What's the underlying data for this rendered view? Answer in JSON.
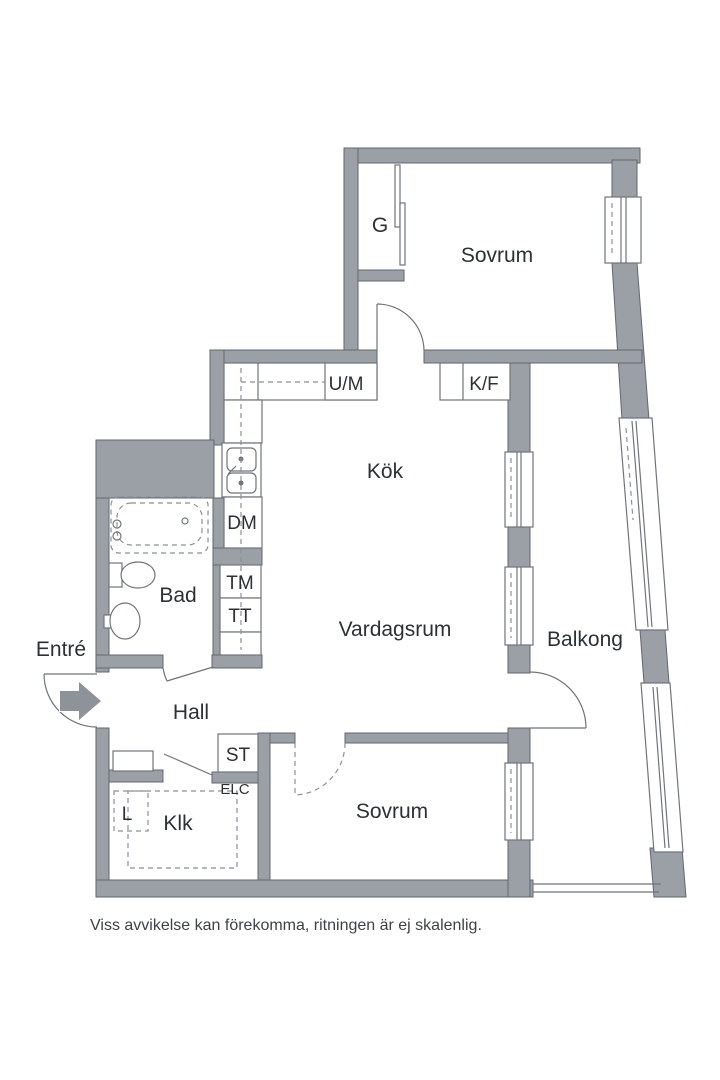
{
  "plan": {
    "caption": "Viss avvikelse kan förekomma, ritningen är ej skalenlig.",
    "rooms": {
      "entre": "Entré",
      "sovrum_top": "Sovrum",
      "kok": "Kök",
      "vardagsrum": "Vardagsrum",
      "balkong": "Balkong",
      "bad": "Bad",
      "hall": "Hall",
      "klk": "Klk",
      "sovrum_bottom": "Sovrum"
    },
    "fixtures": {
      "g": "G",
      "um": "U/M",
      "kf": "K/F",
      "dm": "DM",
      "tm": "TM",
      "tt": "TT",
      "st": "ST",
      "elc": "ELC",
      "l": "L"
    },
    "colors": {
      "wall": "#9aa0a6",
      "wall_outline": "#62676d",
      "line": "#6f757c",
      "dashed": "#8a9096",
      "text": "#2c3135",
      "arrow": "#8d9399"
    }
  }
}
